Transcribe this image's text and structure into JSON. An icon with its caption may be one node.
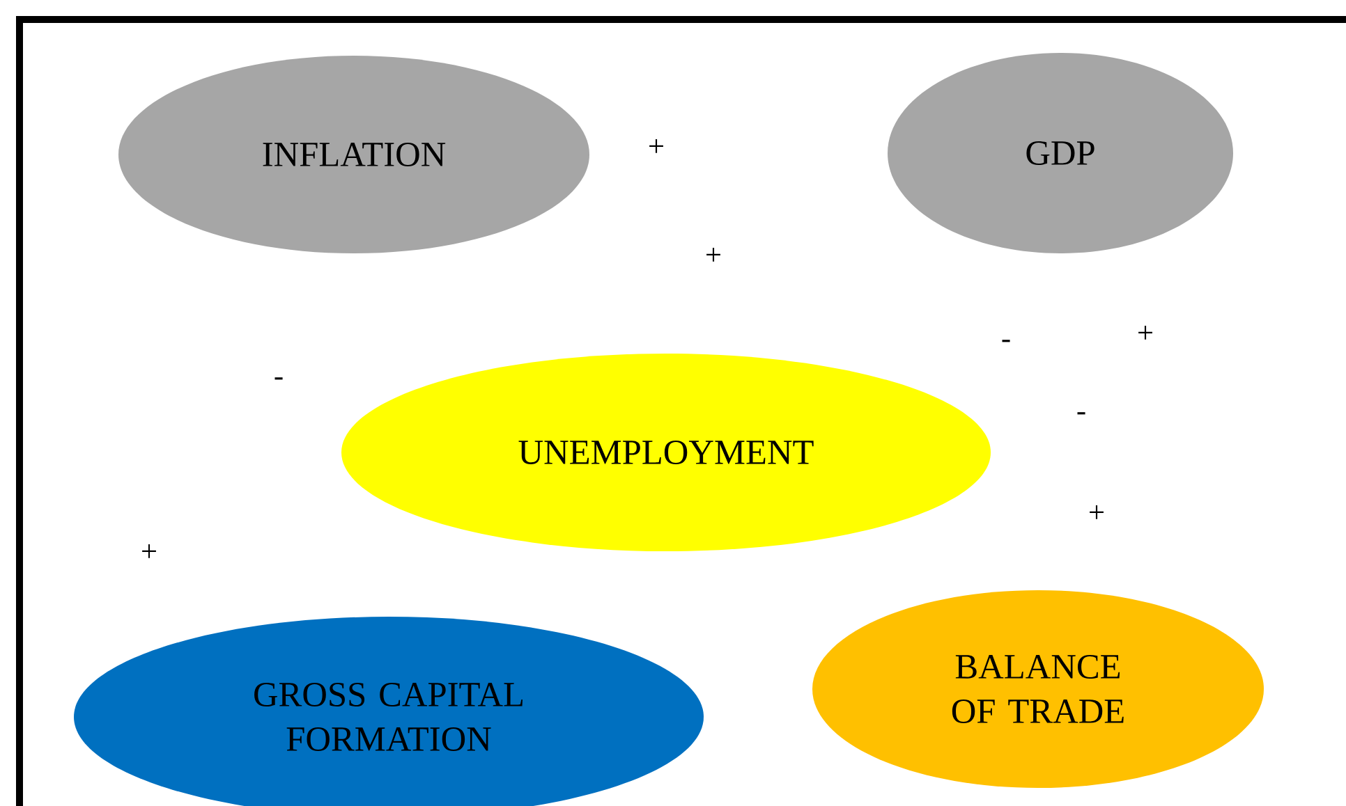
{
  "diagram": {
    "nodes": [
      {
        "text": [
          "INFLATION"
        ]
      },
      {
        "text": [
          "GDP"
        ]
      },
      {
        "text": [
          "UNEMPLOYMENT"
        ]
      },
      {
        "text": [
          "GROSS CAPITAL FORMATION"
        ]
      },
      {
        "text": [
          "BALANCE OF TRADE"
        ]
      }
    ],
    "labels": [
      "+",
      "+",
      "+",
      "-",
      "-",
      "-",
      "+",
      "+"
    ]
  }
}
